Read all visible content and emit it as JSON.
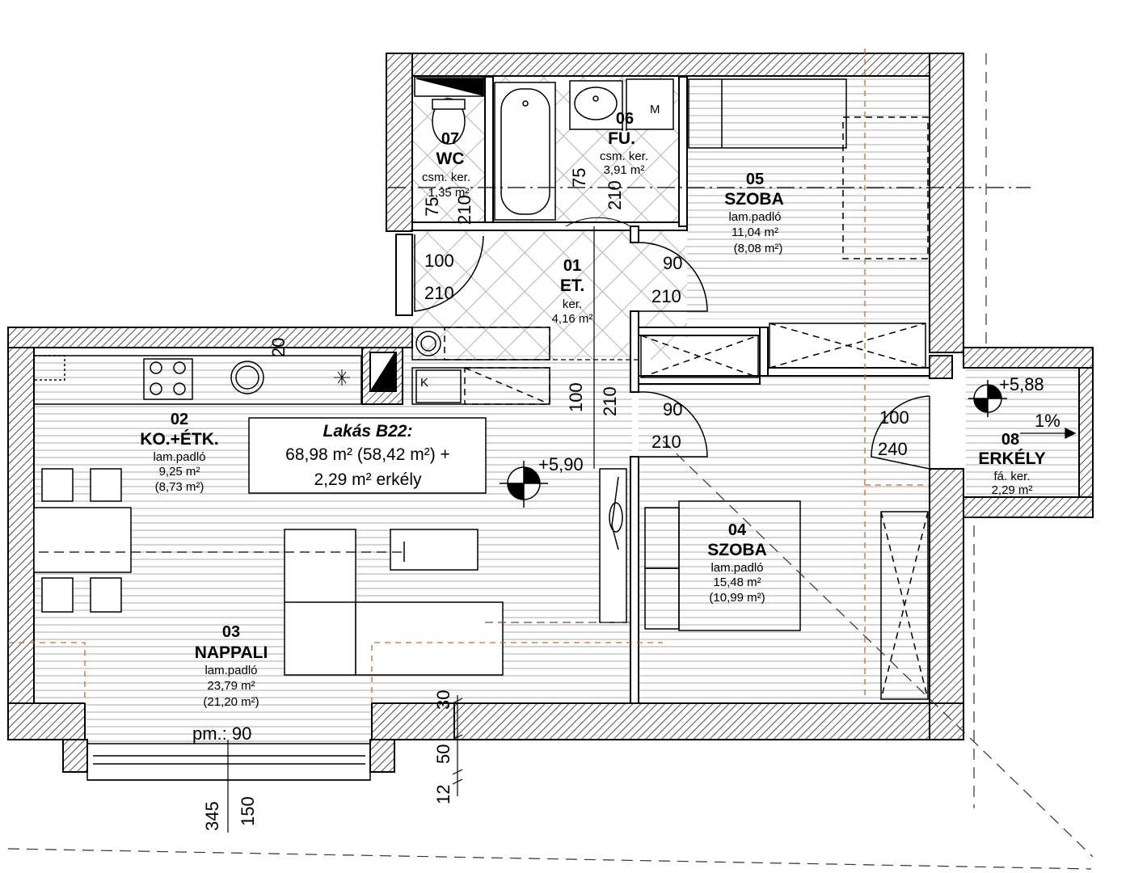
{
  "rooms": {
    "r01": {
      "num": "01",
      "name": "ET.",
      "floor": "ker.",
      "area": "4,16 m²"
    },
    "r02": {
      "num": "02",
      "name": "KO.+ÉTK.",
      "floor": "lam.padló",
      "area": "9,25 m²",
      "net": "(8,73 m²)"
    },
    "r03": {
      "num": "03",
      "name": "NAPPALI",
      "floor": "lam.padló",
      "area": "23,79 m²",
      "net": "(21,20 m²)"
    },
    "r04": {
      "num": "04",
      "name": "SZOBA",
      "floor": "lam.padló",
      "area": "15,48 m²",
      "net": "(10,99 m²)"
    },
    "r05": {
      "num": "05",
      "name": "SZOBA",
      "floor": "lam.padló",
      "area": "11,04 m²",
      "net": "(8,08 m²)"
    },
    "r06": {
      "num": "06",
      "name": "FÜ.",
      "floor": "csm. ker.",
      "area": "3,91 m²"
    },
    "r07": {
      "num": "07",
      "name": "WC",
      "floor": "csm. ker.",
      "area": "1,35 m²"
    },
    "r08": {
      "num": "08",
      "name": "ERKÉLY",
      "floor": "fá. ker.",
      "area": "2,29 m²"
    }
  },
  "summary": {
    "title": "Lakás B22:",
    "line1": "68,98 m² (58,42 m²) +",
    "line2": "2,29 m² erkély"
  },
  "levels": {
    "main": "+5,90",
    "balcony": "+5,88"
  },
  "slope": "1%",
  "parapet": "pm.: 90",
  "dims": {
    "d_wc_75": "75",
    "d_wc_210": "210",
    "d_wc_100": "100",
    "d_wc_210b": "210",
    "d_fu_75": "75",
    "d_fu_210": "210",
    "d_s5_90": "90",
    "d_s5_210": "210",
    "d_wall_20": "20",
    "d_hall_100": "100",
    "d_hall_210": "210",
    "d_s4_90": "90",
    "d_s4_210": "210",
    "d_bal_100": "100",
    "d_bal_240": "240",
    "d_30": "30",
    "d_50": "50",
    "d_12": "12",
    "d_345": "345",
    "d_150": "150"
  },
  "appliances": {
    "sink_k": "K",
    "bath_m": "M"
  },
  "colors": {
    "wall": "#000000",
    "hatch": "#666666",
    "floor_line": "#9a9a9a",
    "tile": "#c8c8c8",
    "orange": "#d2691e"
  }
}
